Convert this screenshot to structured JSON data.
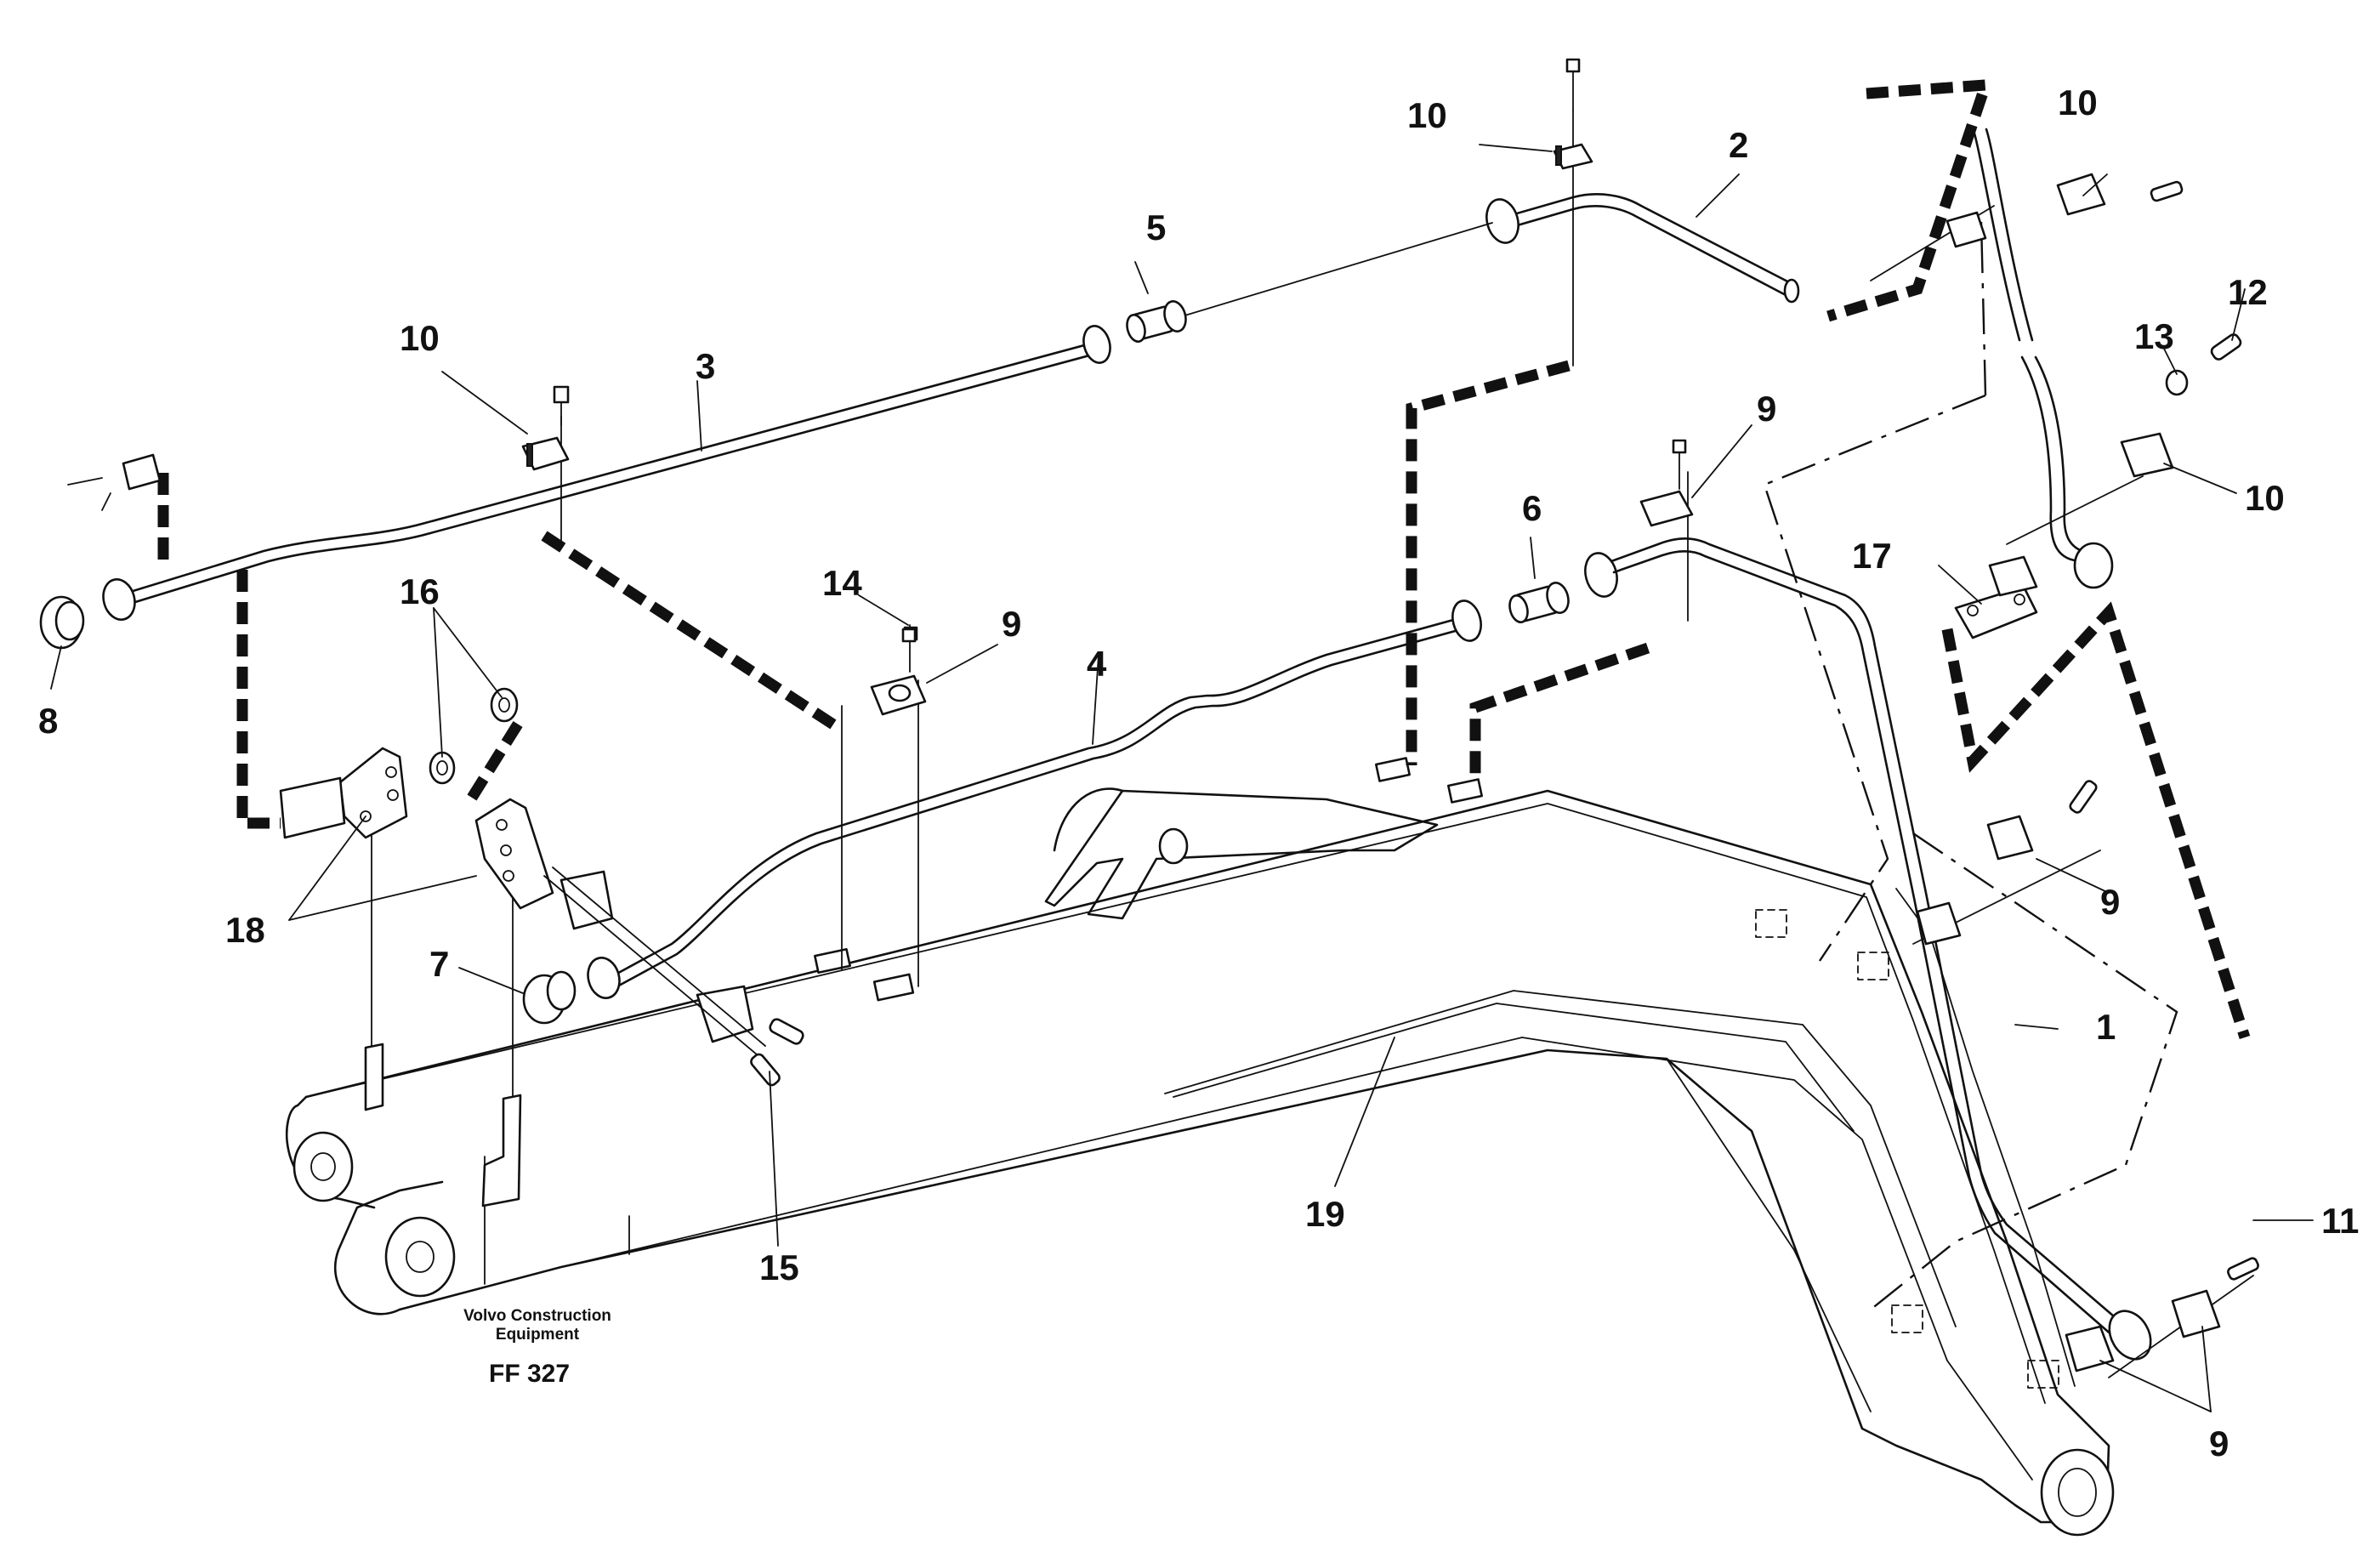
{
  "labels": {
    "l1": "1",
    "l2": "2",
    "l3": "3",
    "l4": "4",
    "l5": "5",
    "l6": "6",
    "l7": "7",
    "l8": "8",
    "l9a": "9",
    "l9b": "9",
    "l9c": "9",
    "l9d": "9",
    "l10a": "10",
    "l10b": "10",
    "l10c": "10",
    "l10d": "10",
    "l11": "11",
    "l12": "12",
    "l13": "13",
    "l14": "14",
    "l15": "15",
    "l16": "16",
    "l17": "17",
    "l18": "18",
    "l19": "19"
  },
  "caption": {
    "line1": "Volvo Construction",
    "line2": "Equipment",
    "code": "FF 327"
  }
}
